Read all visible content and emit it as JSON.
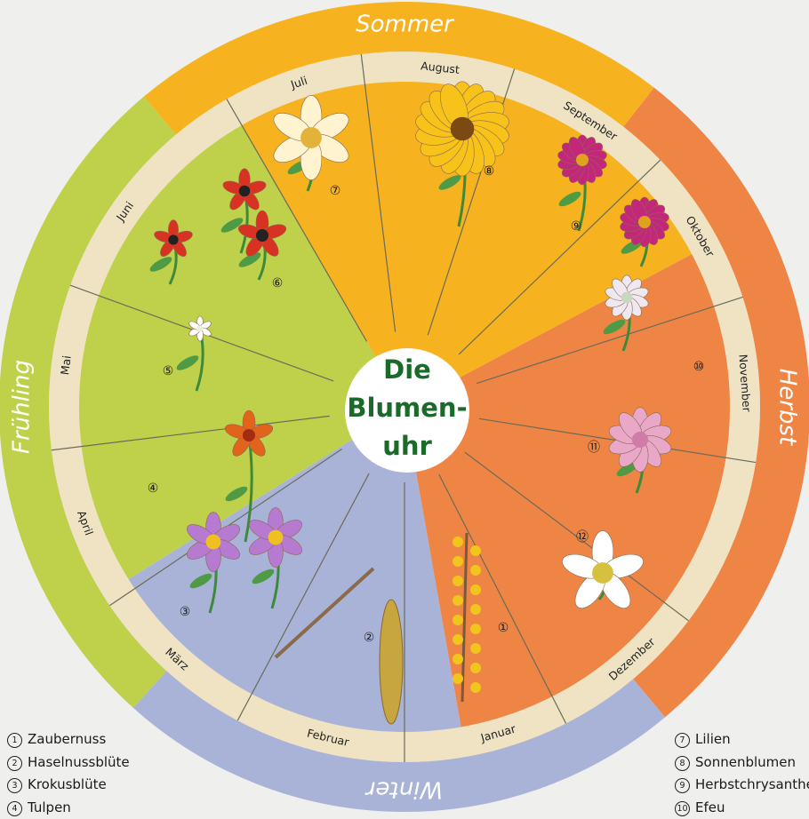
{
  "title_lines": [
    "Die",
    "Blumen-",
    "uhr"
  ],
  "seasons": [
    {
      "name": "Sommer",
      "color": "#f6b21f"
    },
    {
      "name": "Herbst",
      "color": "#ee8545"
    },
    {
      "name": "Winter",
      "color": "#a9b3d7"
    },
    {
      "name": "Frühling",
      "color": "#bfd14a"
    }
  ],
  "months": [
    "Januar",
    "Februar",
    "März",
    "April",
    "Mai",
    "Juni",
    "Juli",
    "August",
    "September",
    "Oktober",
    "November",
    "Dezember"
  ],
  "flower_numbers": [
    "①",
    "②",
    "③",
    "④",
    "⑤",
    "⑥",
    "⑦",
    "⑧",
    "⑨",
    "⑩",
    "⑪",
    "⑫"
  ],
  "legend_left": [
    {
      "num": "1",
      "label": "Zaubernuss"
    },
    {
      "num": "2",
      "label": "Haselnussblüte"
    },
    {
      "num": "3",
      "label": "Krokusblüte"
    },
    {
      "num": "4",
      "label": "Tulpen"
    }
  ],
  "legend_right": [
    {
      "num": "7",
      "label": "Lilien"
    },
    {
      "num": "8",
      "label": "Sonnenblumen"
    },
    {
      "num": "9",
      "label": "Herbstchrysanthemen"
    },
    {
      "num": "10",
      "label": "Efeu"
    }
  ],
  "colors": {
    "background": "#efefee",
    "title_green": "#1a6a2a",
    "band": "#efe3c3",
    "divider": "#6b6b5a"
  }
}
